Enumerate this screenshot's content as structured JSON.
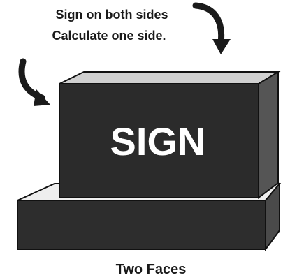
{
  "note": {
    "line1": "Sign on both sides",
    "line2": "Calculate one side."
  },
  "sign": {
    "text": "SIGN"
  },
  "caption": "Two Faces",
  "colors": {
    "face_dark": "#2b2b2b",
    "side_mid": "#555555",
    "top_light": "#d0d0d0",
    "base_front": "#2d2d2d",
    "base_top": "#eeeeee",
    "stroke": "#111111"
  },
  "icons": [
    "curved-arrow-down-icon",
    "curved-arrow-right-icon"
  ]
}
